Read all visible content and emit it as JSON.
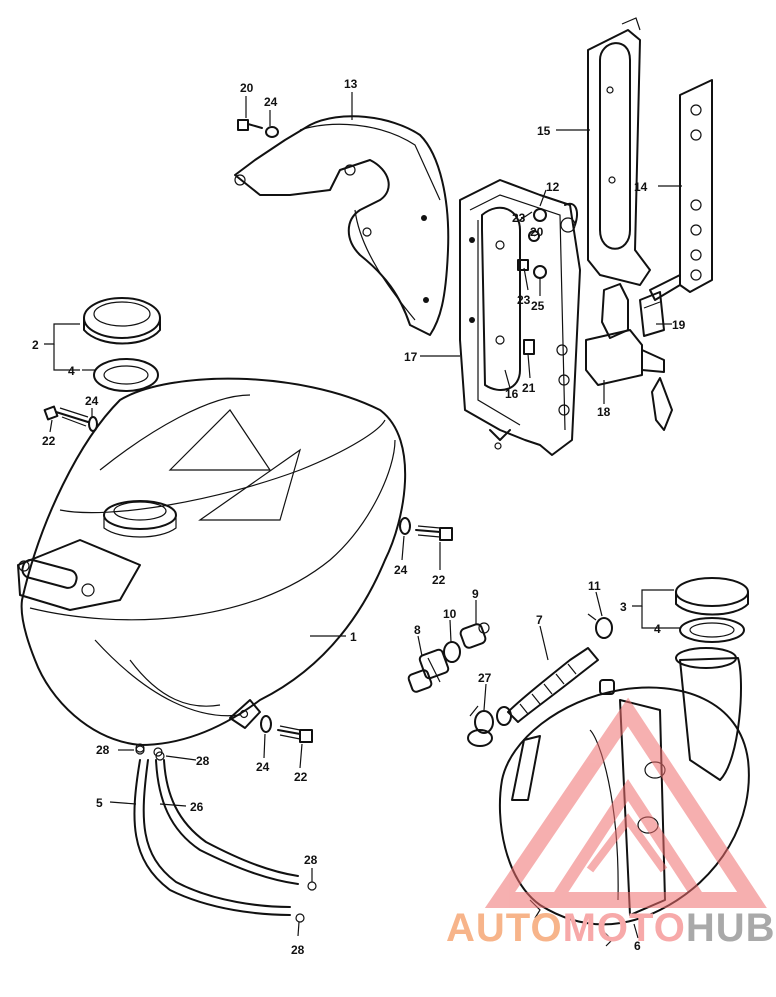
{
  "diagram": {
    "callouts": {
      "c1": "1",
      "c2": "2",
      "c3": "3",
      "c4a": "4",
      "c4b": "4",
      "c5": "5",
      "c6": "6",
      "c7": "7",
      "c8": "8",
      "c9": "9",
      "c10": "10",
      "c11": "11",
      "c12": "12",
      "c13": "13",
      "c14": "14",
      "c15": "15",
      "c16": "16",
      "c17": "17",
      "c18": "18",
      "c19": "19",
      "c20a": "20",
      "c20b": "20",
      "c21": "21",
      "c22a": "22",
      "c22b": "22",
      "c22c": "22",
      "c23a": "23",
      "c23b": "23",
      "c24a": "24",
      "c24b": "24",
      "c24c": "24",
      "c24d": "24",
      "c25": "25",
      "c26": "26",
      "c27": "27",
      "c28a": "28",
      "c28b": "28",
      "c28c": "28",
      "c28d": "28"
    }
  },
  "watermark": {
    "part1": "AUTO",
    "part2": "MOTO",
    "part3": "HUB",
    "colors": {
      "orange": "#f7b48a",
      "red": "#f7a9a9",
      "grey": "#a9a9a9"
    }
  }
}
